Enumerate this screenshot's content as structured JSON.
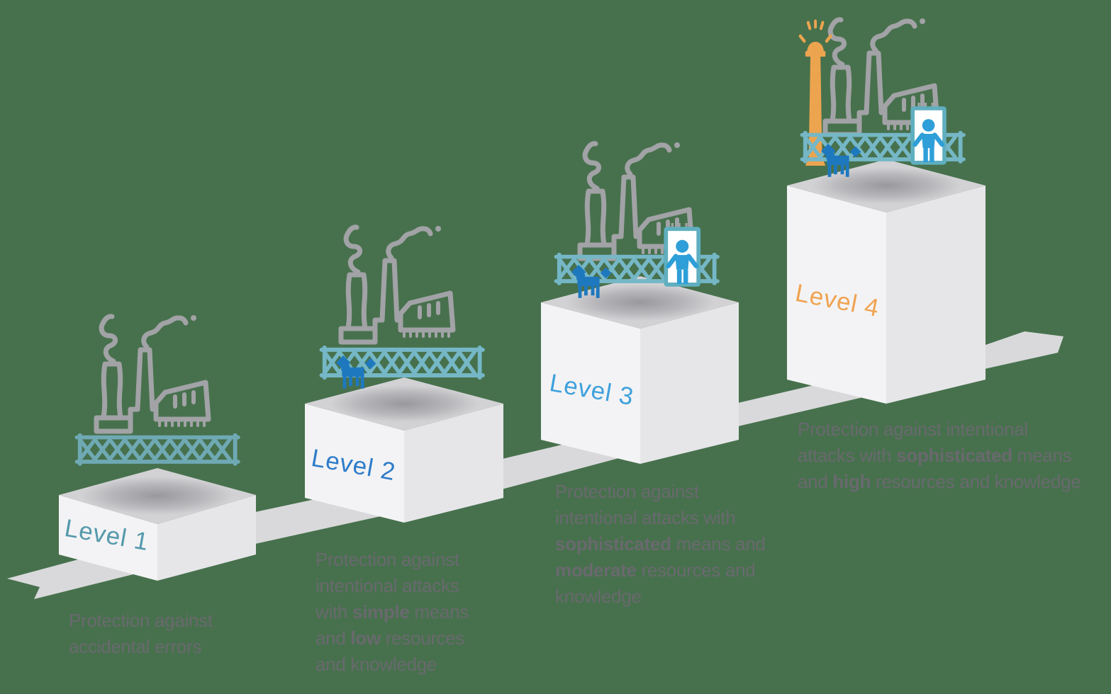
{
  "diagram_type": "security-levels-pyramid",
  "colors": {
    "bg": "#47714D",
    "ramp": "#D9D9DB",
    "boxfront": "#F3F3F5",
    "boxside": "#E6E6E9",
    "boxtop": "#D2D2D5",
    "outline": "#A2A3A6",
    "fence1": "#6FA9B4",
    "fence": "#75B7C6",
    "dog": "#1E78BE",
    "person": "#2E9FD8",
    "booth": "#5FAFC0",
    "siren": "#EDA44F",
    "text": "#69696E"
  },
  "levels": [
    {
      "label": "Level 1",
      "label_color": "#5599AB",
      "icons": [
        "factory-icon",
        "fence-icon"
      ],
      "description": [
        [
          {
            "t": "Protection against"
          }
        ],
        [
          {
            "t": "accidental errors"
          }
        ]
      ]
    },
    {
      "label": "Level 2",
      "label_color": "#2E7CC9",
      "icons": [
        "factory-icon",
        "fence-icon",
        "guard-dog-icon"
      ],
      "description": [
        [
          {
            "t": "Protection against"
          }
        ],
        [
          {
            "t": "intentional attacks"
          }
        ],
        [
          {
            "t": "with "
          },
          {
            "t": "simple",
            "b": true
          },
          {
            "t": " means"
          }
        ],
        [
          {
            "t": "and "
          },
          {
            "t": "low",
            "b": true
          },
          {
            "t": " resources"
          }
        ],
        [
          {
            "t": "and knowledge"
          }
        ]
      ]
    },
    {
      "label": "Level 3",
      "label_color": "#3FA1DC",
      "icons": [
        "factory-icon",
        "fence-icon",
        "guard-dog-icon",
        "guard-booth-icon"
      ],
      "description": [
        [
          {
            "t": "Protection against"
          }
        ],
        [
          {
            "t": "intentional attacks with"
          }
        ],
        [
          {
            "t": "sophisticated",
            "b": true
          },
          {
            "t": " means and"
          }
        ],
        [
          {
            "t": "moderate",
            "b": true
          },
          {
            "t": " resources and"
          }
        ],
        [
          {
            "t": "knowledge"
          }
        ]
      ]
    },
    {
      "label": "Level 4",
      "label_color": "#F0A351",
      "icons": [
        "factory-icon",
        "fence-icon",
        "guard-dog-icon",
        "guard-booth-icon",
        "alarm-siren-icon"
      ],
      "description": [
        [
          {
            "t": "Protection against intentional"
          }
        ],
        [
          {
            "t": "attacks with "
          },
          {
            "t": "sophisticated",
            "b": true
          },
          {
            "t": " means"
          }
        ],
        [
          {
            "t": "and "
          },
          {
            "t": "high",
            "b": true
          },
          {
            "t": " resources and knowledge"
          }
        ]
      ]
    }
  ]
}
